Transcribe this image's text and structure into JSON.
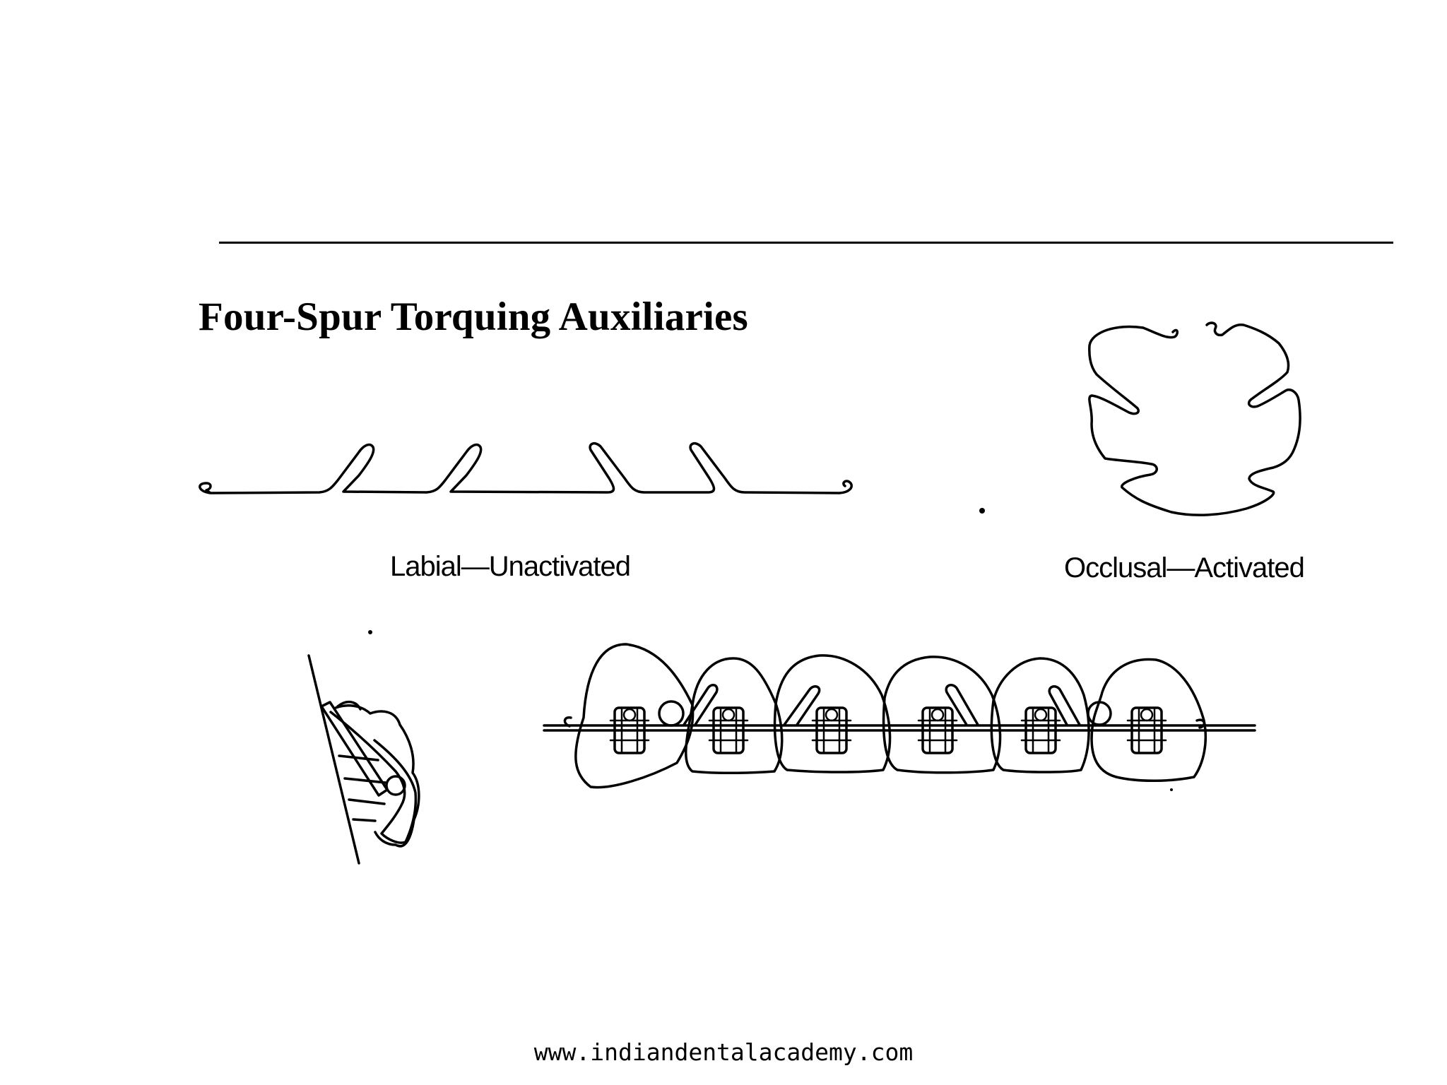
{
  "slide": {
    "title": "Four-Spur Torquing Auxiliaries",
    "captions": {
      "labial": "Labial—Unactivated",
      "occlusal": "Occlusal—Activated"
    },
    "footer": "www.indiandentalacademy.com"
  },
  "figures": {
    "labial_view": {
      "spur_count": 4,
      "state": "unactivated"
    },
    "occlusal_view": {
      "spur_count": 4,
      "state": "activated"
    },
    "arch_view": {
      "teeth_count": 6,
      "bracket_count": 6,
      "loop_count": 2
    }
  },
  "colors": {
    "background": "#ffffff",
    "ink": "#000000"
  }
}
